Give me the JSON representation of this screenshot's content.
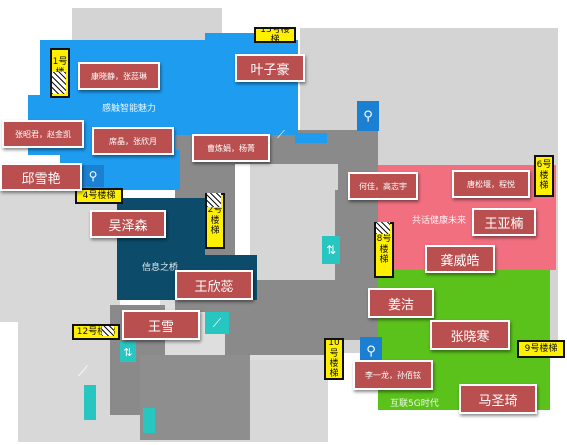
{
  "zones": {
    "blue_area": "感触智能魅力",
    "navy_area": "信息之桥",
    "pink_area": "共话健康未来",
    "green_area": "互联5G时代"
  },
  "stairs": {
    "s1": "1号楼梯",
    "s2": "2号楼梯",
    "s4": "4号楼梯",
    "s6": "6号楼梯",
    "s8": "8号楼梯",
    "s9": "9号楼梯",
    "s10": "10号楼梯",
    "s12": "12号楼梯",
    "s13": "13号楼梯"
  },
  "people": {
    "p1": "康晓静，张蕊琳",
    "p2": "叶子豪",
    "p3": "张昭君，赵金凯",
    "p4": "席晶，张欣月",
    "p5": "曹炼娟，杨菁",
    "p6": "邱雪艳",
    "p7": "吴泽森",
    "p8": "何佳，高志宇",
    "p9": "唐松堰，程悦",
    "p10": "王亚楠",
    "p11": "龚威皓",
    "p12": "王欣蕊",
    "p13": "姜洁",
    "p14": "王雪",
    "p15": "张晓寒",
    "p16": "李一龙，孙佰铉",
    "p17": "马圣琦"
  },
  "colors": {
    "blue": "#1e9cf0",
    "navy": "#0c4c6a",
    "pink": "#f16f7f",
    "green": "#5bc21c",
    "gray": "#d4d4d4",
    "corridor": "#8a8a8a",
    "label_red": "#b94f4f",
    "stair_yellow": "#ffef00",
    "restroom_blue": "#1b7fd2",
    "teal": "#28c6c0"
  },
  "icons": [
    "restroom-icon",
    "elevator-icon",
    "escalator-icon"
  ]
}
